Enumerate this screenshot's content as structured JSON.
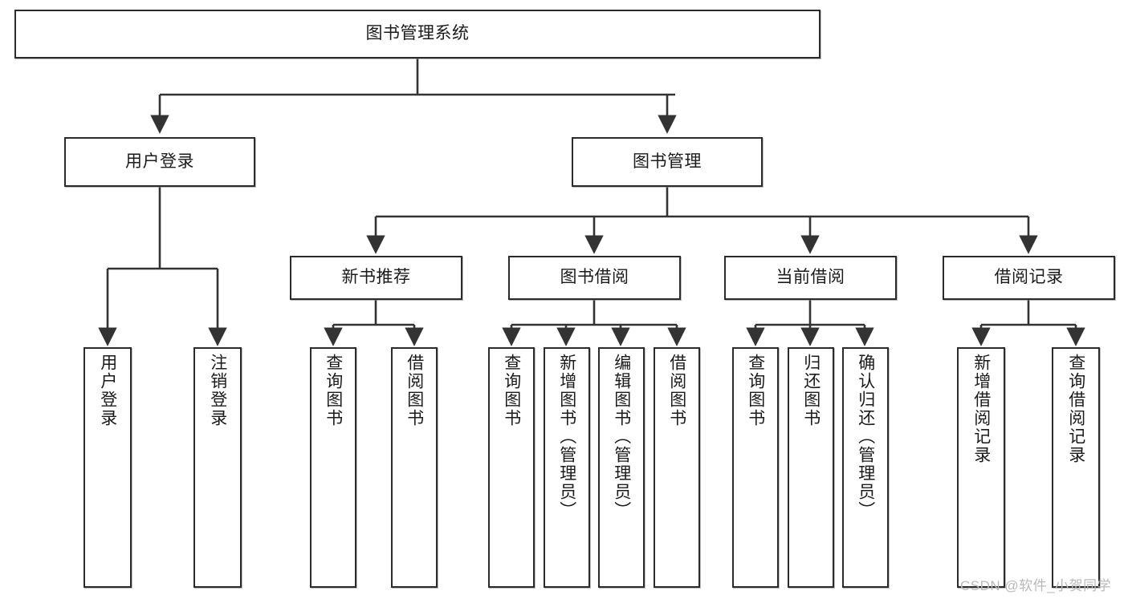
{
  "diagram": {
    "title": "图书管理系统",
    "type": "功能结构图",
    "root": {
      "id": "root",
      "label": "图书管理系统"
    },
    "level2": [
      {
        "id": "user-login",
        "label": "用户登录"
      },
      {
        "id": "book-manage",
        "label": "图书管理"
      }
    ],
    "level3": [
      {
        "id": "new-book-recommend",
        "label": "新书推荐",
        "parent": "book-manage"
      },
      {
        "id": "book-borrow",
        "label": "图书借阅",
        "parent": "book-manage"
      },
      {
        "id": "current-borrow",
        "label": "当前借阅",
        "parent": "book-manage"
      },
      {
        "id": "borrow-record",
        "label": "借阅记录",
        "parent": "book-manage"
      }
    ],
    "leaves": [
      {
        "id": "leaf-user-login",
        "label": "用户登录",
        "parent": "user-login"
      },
      {
        "id": "leaf-user-logout",
        "label": "注销登录",
        "parent": "user-login"
      },
      {
        "id": "leaf-query-book-1",
        "label": "查询图书",
        "parent": "new-book-recommend"
      },
      {
        "id": "leaf-borrow-book-1",
        "label": "借阅图书",
        "parent": "new-book-recommend"
      },
      {
        "id": "leaf-query-book-2",
        "label": "查询图书",
        "parent": "book-borrow"
      },
      {
        "id": "leaf-add-book",
        "label": "新增图书（管理员）",
        "parent": "book-borrow"
      },
      {
        "id": "leaf-edit-book",
        "label": "编辑图书（管理员）",
        "parent": "book-borrow"
      },
      {
        "id": "leaf-borrow-book-2",
        "label": "借阅图书",
        "parent": "book-borrow"
      },
      {
        "id": "leaf-query-book-3",
        "label": "查询图书",
        "parent": "current-borrow"
      },
      {
        "id": "leaf-return-book",
        "label": "归还图书",
        "parent": "current-borrow"
      },
      {
        "id": "leaf-confirm-return",
        "label": "确认归还（管理员）",
        "parent": "current-borrow"
      },
      {
        "id": "leaf-add-record",
        "label": "新增借阅记录",
        "parent": "borrow-record"
      },
      {
        "id": "leaf-query-record",
        "label": "查询借阅记录",
        "parent": "borrow-record"
      }
    ],
    "watermark": "CSDN @软件_小贺同学",
    "colors": {
      "border": "#2b2b2b",
      "background": "#ffffff",
      "text": "#1b1b1b",
      "edge": "#333333",
      "watermark": "#b9b9b9"
    }
  }
}
